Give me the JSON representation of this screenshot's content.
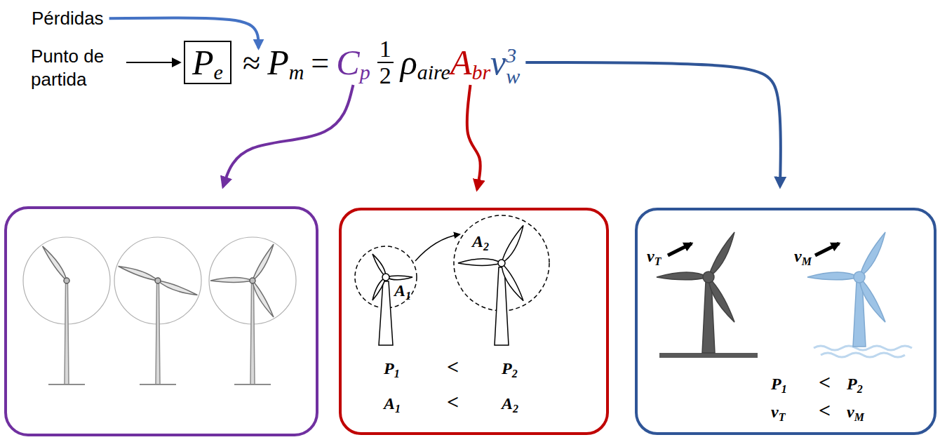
{
  "diagram": {
    "nodes": [
      {
        "text": [
          "P",
          "e"
        ]
      },
      {
        "text": [
          "A",
          "1",
          "A",
          "2",
          "P",
          "1",
          "<",
          "P",
          "2",
          "A",
          "1",
          "<",
          "A",
          "2"
        ]
      },
      {
        "text": [
          "v",
          "T",
          "v",
          "M",
          "P",
          "1",
          "<",
          "P",
          "2",
          "v",
          "T",
          "<",
          "v",
          "M"
        ]
      }
    ],
    "labels": [
      "Pérdidas",
      "Punto de partida",
      "≈",
      "P",
      "m",
      "=",
      "C",
      "p",
      "1",
      "2",
      "ρ",
      "aire",
      "A",
      "br",
      "v",
      "w",
      "3"
    ]
  }
}
